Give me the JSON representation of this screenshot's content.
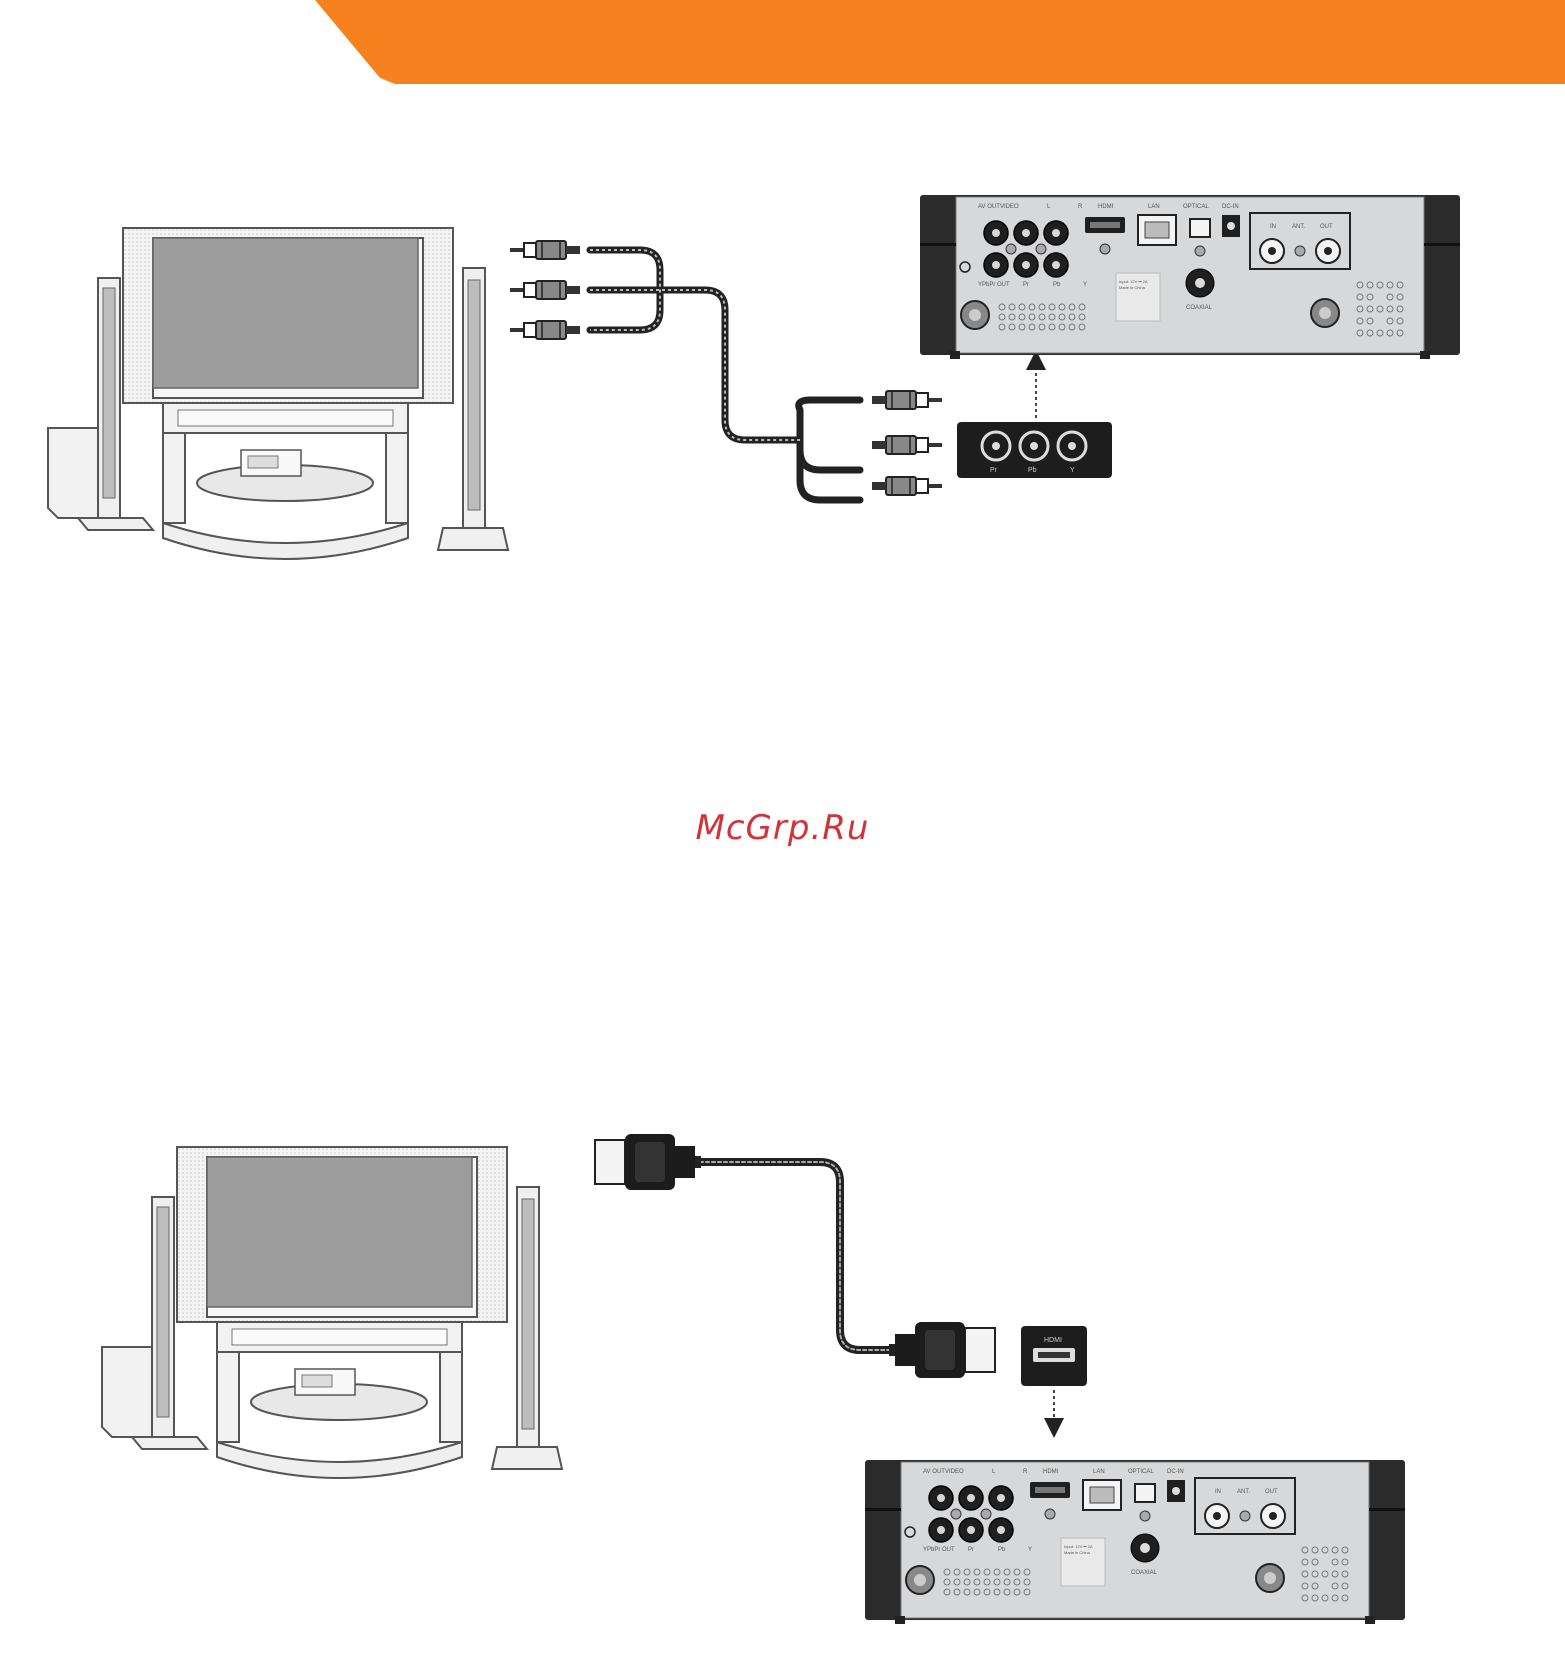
{
  "watermark": "McGrp.Ru",
  "colors": {
    "accent": "#f5821f",
    "device_body": "#d7d8da",
    "device_dark": "#2b2b2b",
    "watermark": "#d0343a"
  },
  "player_panel": {
    "labels": {
      "av_out": "AV OUT",
      "video": "VIDEO",
      "l": "L",
      "r": "R",
      "hdmi": "HDMI",
      "lan": "LAN",
      "optical": "OPTICAL",
      "dc_in": "DC-IN",
      "in": "IN",
      "ant": "ANT.",
      "out": "OUT",
      "ypbpr_out": "YPbPr OUT",
      "pr": "Pr",
      "pb": "Pb",
      "y": "Y",
      "coaxial": "COAXIAL",
      "rating_line1": "Input: 12V ⎓ 2A",
      "rating_line2": "Made in China"
    }
  },
  "component_callout": {
    "labels": [
      "Pr",
      "Pb",
      "Y"
    ]
  },
  "hdmi_callout": {
    "label": "HDMI"
  },
  "icons": [
    "tv-icon",
    "home-theater-icon",
    "rca-plug-icon",
    "hdmi-plug-icon",
    "arrow-up-icon",
    "arrow-down-icon",
    "media-player-icon"
  ]
}
